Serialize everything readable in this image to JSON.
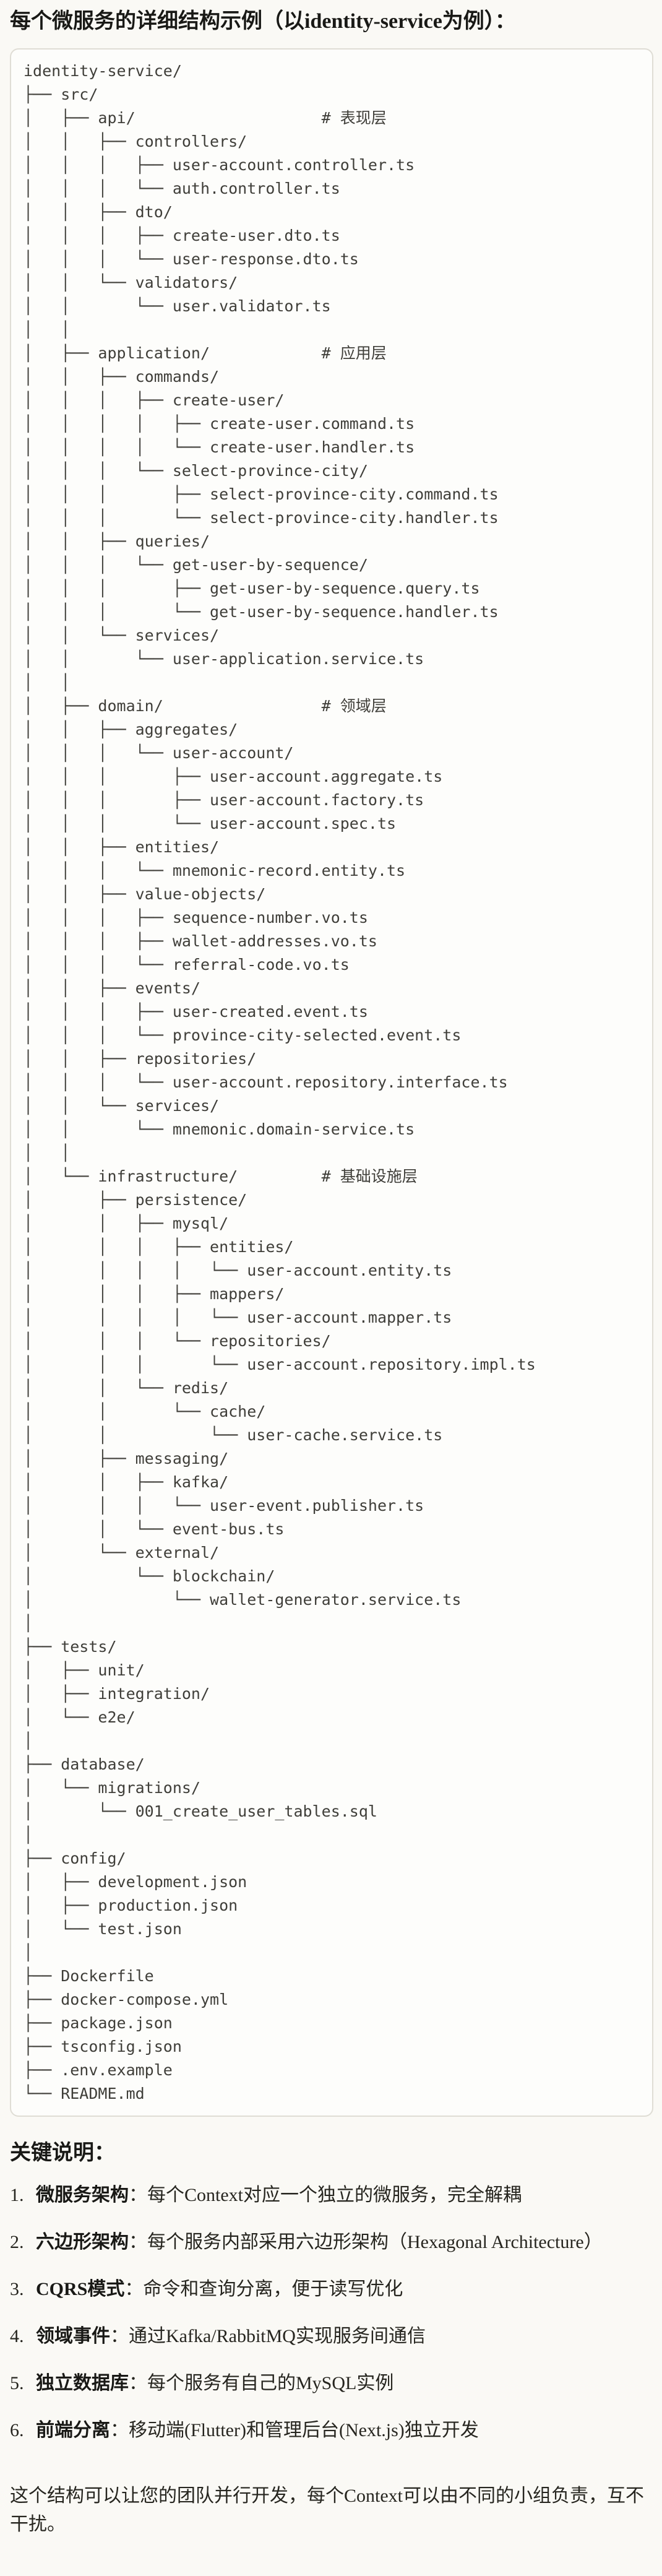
{
  "page": {
    "title": "每个微服务的详细结构示例（以identity-service为例）："
  },
  "file_tree": {
    "root": "identity-service/",
    "lines": [
      "identity-service/",
      "├── src/",
      "│   ├── api/                    # 表现层",
      "│   │   ├── controllers/",
      "│   │   │   ├── user-account.controller.ts",
      "│   │   │   └── auth.controller.ts",
      "│   │   ├── dto/",
      "│   │   │   ├── create-user.dto.ts",
      "│   │   │   └── user-response.dto.ts",
      "│   │   └── validators/",
      "│   │       └── user.validator.ts",
      "│   │",
      "│   ├── application/            # 应用层",
      "│   │   ├── commands/",
      "│   │   │   ├── create-user/",
      "│   │   │   │   ├── create-user.command.ts",
      "│   │   │   │   └── create-user.handler.ts",
      "│   │   │   └── select-province-city/",
      "│   │   │       ├── select-province-city.command.ts",
      "│   │   │       └── select-province-city.handler.ts",
      "│   │   ├── queries/",
      "│   │   │   └── get-user-by-sequence/",
      "│   │   │       ├── get-user-by-sequence.query.ts",
      "│   │   │       └── get-user-by-sequence.handler.ts",
      "│   │   └── services/",
      "│   │       └── user-application.service.ts",
      "│   │",
      "│   ├── domain/                 # 领域层",
      "│   │   ├── aggregates/",
      "│   │   │   └── user-account/",
      "│   │   │       ├── user-account.aggregate.ts",
      "│   │   │       ├── user-account.factory.ts",
      "│   │   │       └── user-account.spec.ts",
      "│   │   ├── entities/",
      "│   │   │   └── mnemonic-record.entity.ts",
      "│   │   ├── value-objects/",
      "│   │   │   ├── sequence-number.vo.ts",
      "│   │   │   ├── wallet-addresses.vo.ts",
      "│   │   │   └── referral-code.vo.ts",
      "│   │   ├── events/",
      "│   │   │   ├── user-created.event.ts",
      "│   │   │   └── province-city-selected.event.ts",
      "│   │   ├── repositories/",
      "│   │   │   └── user-account.repository.interface.ts",
      "│   │   └── services/",
      "│   │       └── mnemonic.domain-service.ts",
      "│   │",
      "│   └── infrastructure/         # 基础设施层",
      "│       ├── persistence/",
      "│       │   ├── mysql/",
      "│       │   │   ├── entities/",
      "│       │   │   │   └── user-account.entity.ts",
      "│       │   │   ├── mappers/",
      "│       │   │   │   └── user-account.mapper.ts",
      "│       │   │   └── repositories/",
      "│       │   │       └── user-account.repository.impl.ts",
      "│       │   └── redis/",
      "│       │       └── cache/",
      "│       │           └── user-cache.service.ts",
      "│       ├── messaging/",
      "│       │   ├── kafka/",
      "│       │   │   └── user-event.publisher.ts",
      "│       │   └── event-bus.ts",
      "│       └── external/",
      "│           └── blockchain/",
      "│               └── wallet-generator.service.ts",
      "│",
      "├── tests/",
      "│   ├── unit/",
      "│   ├── integration/",
      "│   └── e2e/",
      "│",
      "├── database/",
      "│   └── migrations/",
      "│       └── 001_create_user_tables.sql",
      "│",
      "├── config/",
      "│   ├── development.json",
      "│   ├── production.json",
      "│   └── test.json",
      "│",
      "├── Dockerfile",
      "├── docker-compose.yml",
      "├── package.json",
      "├── tsconfig.json",
      "├── .env.example",
      "└── README.md"
    ]
  },
  "notes": {
    "heading": "关键说明：",
    "items": [
      {
        "num": "1.",
        "term": "微服务架构",
        "sep": "：",
        "desc": "每个Context对应一个独立的微服务，完全解耦"
      },
      {
        "num": "2.",
        "term": "六边形架构",
        "sep": "：",
        "desc": "每个服务内部采用六边形架构（Hexagonal Architecture）"
      },
      {
        "num": "3.",
        "term": "CQRS模式",
        "sep": "：",
        "desc": "命令和查询分离，便于读写优化"
      },
      {
        "num": "4.",
        "term": "领域事件",
        "sep": "：",
        "desc": "通过Kafka/RabbitMQ实现服务间通信"
      },
      {
        "num": "5.",
        "term": "独立数据库",
        "sep": "：",
        "desc": "每个服务有自己的MySQL实例"
      },
      {
        "num": "6.",
        "term": "前端分离",
        "sep": "：",
        "desc": "移动端(Flutter)和管理后台(Next.js)独立开发"
      }
    ],
    "conclusion": "这个结构可以让您的团队并行开发，每个Context可以由不同的小组负责，互不干扰。"
  },
  "colors": {
    "page_bg": "#FAF9F5",
    "box_bg": "#FDFDFB",
    "box_border": "#DFDDD5",
    "heading_text": "#191916",
    "body_text": "#26251F",
    "tree_text": "#3F3E39"
  }
}
